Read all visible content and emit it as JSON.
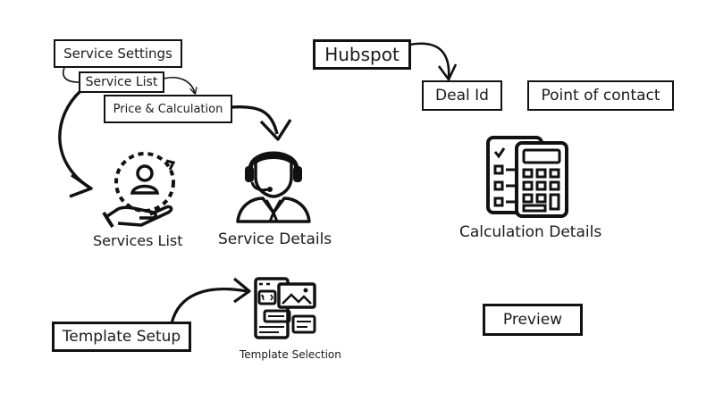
{
  "boxes": {
    "service_settings": "Service Settings",
    "service_list": "Service List",
    "price_calculation": "Price & Calculation",
    "hubspot": "Hubspot",
    "deal_id": "Deal Id",
    "point_of_contact": "Point of contact",
    "template_setup": "Template Setup",
    "preview": "Preview"
  },
  "labels": {
    "services_list": "Services List",
    "service_details": "Service Details",
    "calculation_details": "Calculation Details",
    "template_selection": "Template Selection"
  },
  "icons": {
    "services_list": "hand-person-cycle-icon",
    "service_details": "support-agent-headset-icon",
    "calculation_details": "calculator-checklist-icon",
    "template_selection": "template-layout-icon"
  }
}
